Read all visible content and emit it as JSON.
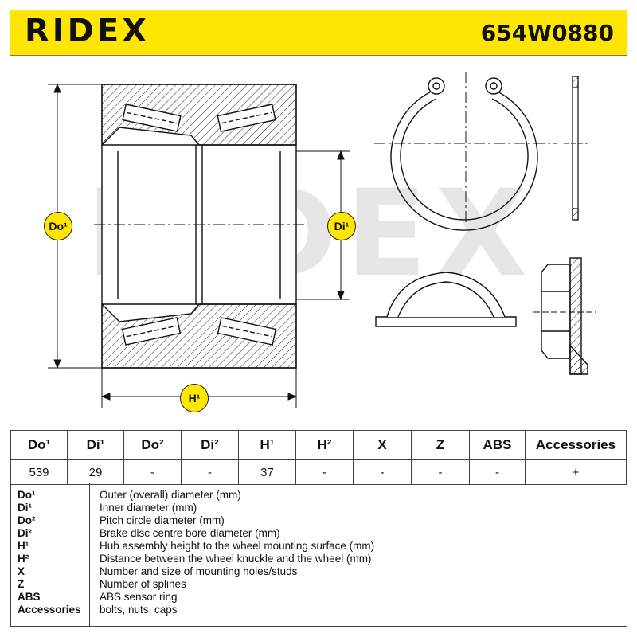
{
  "header": {
    "brand": "RIDEX",
    "part_number": "654W0880"
  },
  "drawing": {
    "watermark": "RIDEX",
    "dimension_labels": {
      "outer_diameter": "Do¹",
      "inner_diameter": "Di¹",
      "height": "H¹"
    }
  },
  "spec_table": {
    "headers": [
      "Do¹",
      "Di¹",
      "Do²",
      "Di²",
      "H¹",
      "H²",
      "X",
      "Z",
      "ABS",
      "Accessories"
    ],
    "values": [
      "539",
      "29",
      "-",
      "-",
      "37",
      "-",
      "-",
      "-",
      "-",
      "+"
    ]
  },
  "legend": [
    {
      "key": "Do¹",
      "text": "Outer (overall) diameter (mm)"
    },
    {
      "key": "Di¹",
      "text": "Inner diameter (mm)"
    },
    {
      "key": "Do²",
      "text": "Pitch circle diameter (mm)"
    },
    {
      "key": "Di²",
      "text": "Brake disc centre bore diameter (mm)"
    },
    {
      "key": "H¹",
      "text": "Hub assembly height to the wheel mounting surface (mm)"
    },
    {
      "key": "H²",
      "text": "Distance between the wheel knuckle and the wheel (mm)"
    },
    {
      "key": "X",
      "text": "Number and size of mounting holes/studs"
    },
    {
      "key": "Z",
      "text": "Number of splines"
    },
    {
      "key": "ABS",
      "text": "ABS sensor ring"
    },
    {
      "key": "Accessories",
      "text": "bolts, nuts, caps"
    }
  ],
  "colors": {
    "brand_yellow": "#ffe600",
    "line": "#111111",
    "watermark": "#e6e6e6"
  }
}
